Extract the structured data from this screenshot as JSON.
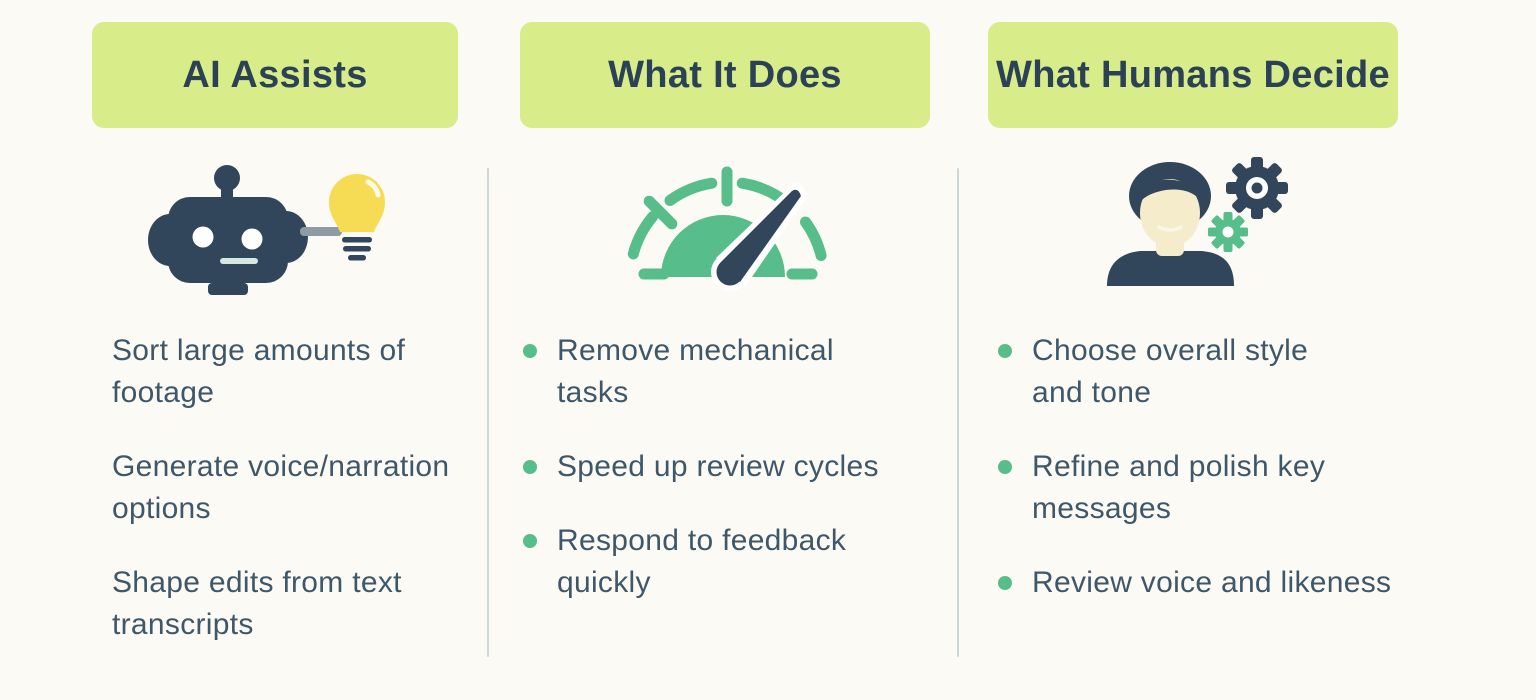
{
  "columns": [
    {
      "header": "AI Assists",
      "icon": "robot-lightbulb-icon",
      "items": [
        {
          "text": "Sort large amounts of\nfootage",
          "bullet": false
        },
        {
          "text": "Generate voice/narration\noptions",
          "bullet": false
        },
        {
          "text": "Shape edits from text\ntranscripts",
          "bullet": false
        }
      ]
    },
    {
      "header": "What It Does",
      "icon": "speedometer-icon",
      "items": [
        {
          "text": "Remove mechanical\ntasks",
          "bullet": true
        },
        {
          "text": "Speed up review cycles",
          "bullet": true
        },
        {
          "text": "Respond to feedback\nquickly",
          "bullet": true
        }
      ]
    },
    {
      "header": "What Humans Decide",
      "icon": "person-gears-icon",
      "items": [
        {
          "text": "Choose overall style\nand tone",
          "bullet": true
        },
        {
          "text": "Refine and polish key\nmessages",
          "bullet": true
        },
        {
          "text": "Review voice and likeness",
          "bullet": true
        }
      ]
    }
  ],
  "colors": {
    "background": "#fbfaf5",
    "header_bg": "#d9ec8a",
    "header_text": "#2b4156",
    "body_text": "#3e5769",
    "accent_green": "#57bd8a",
    "icon_navy": "#31465a",
    "bulb_yellow": "#f6dc55",
    "divider": "#cdd7da"
  }
}
